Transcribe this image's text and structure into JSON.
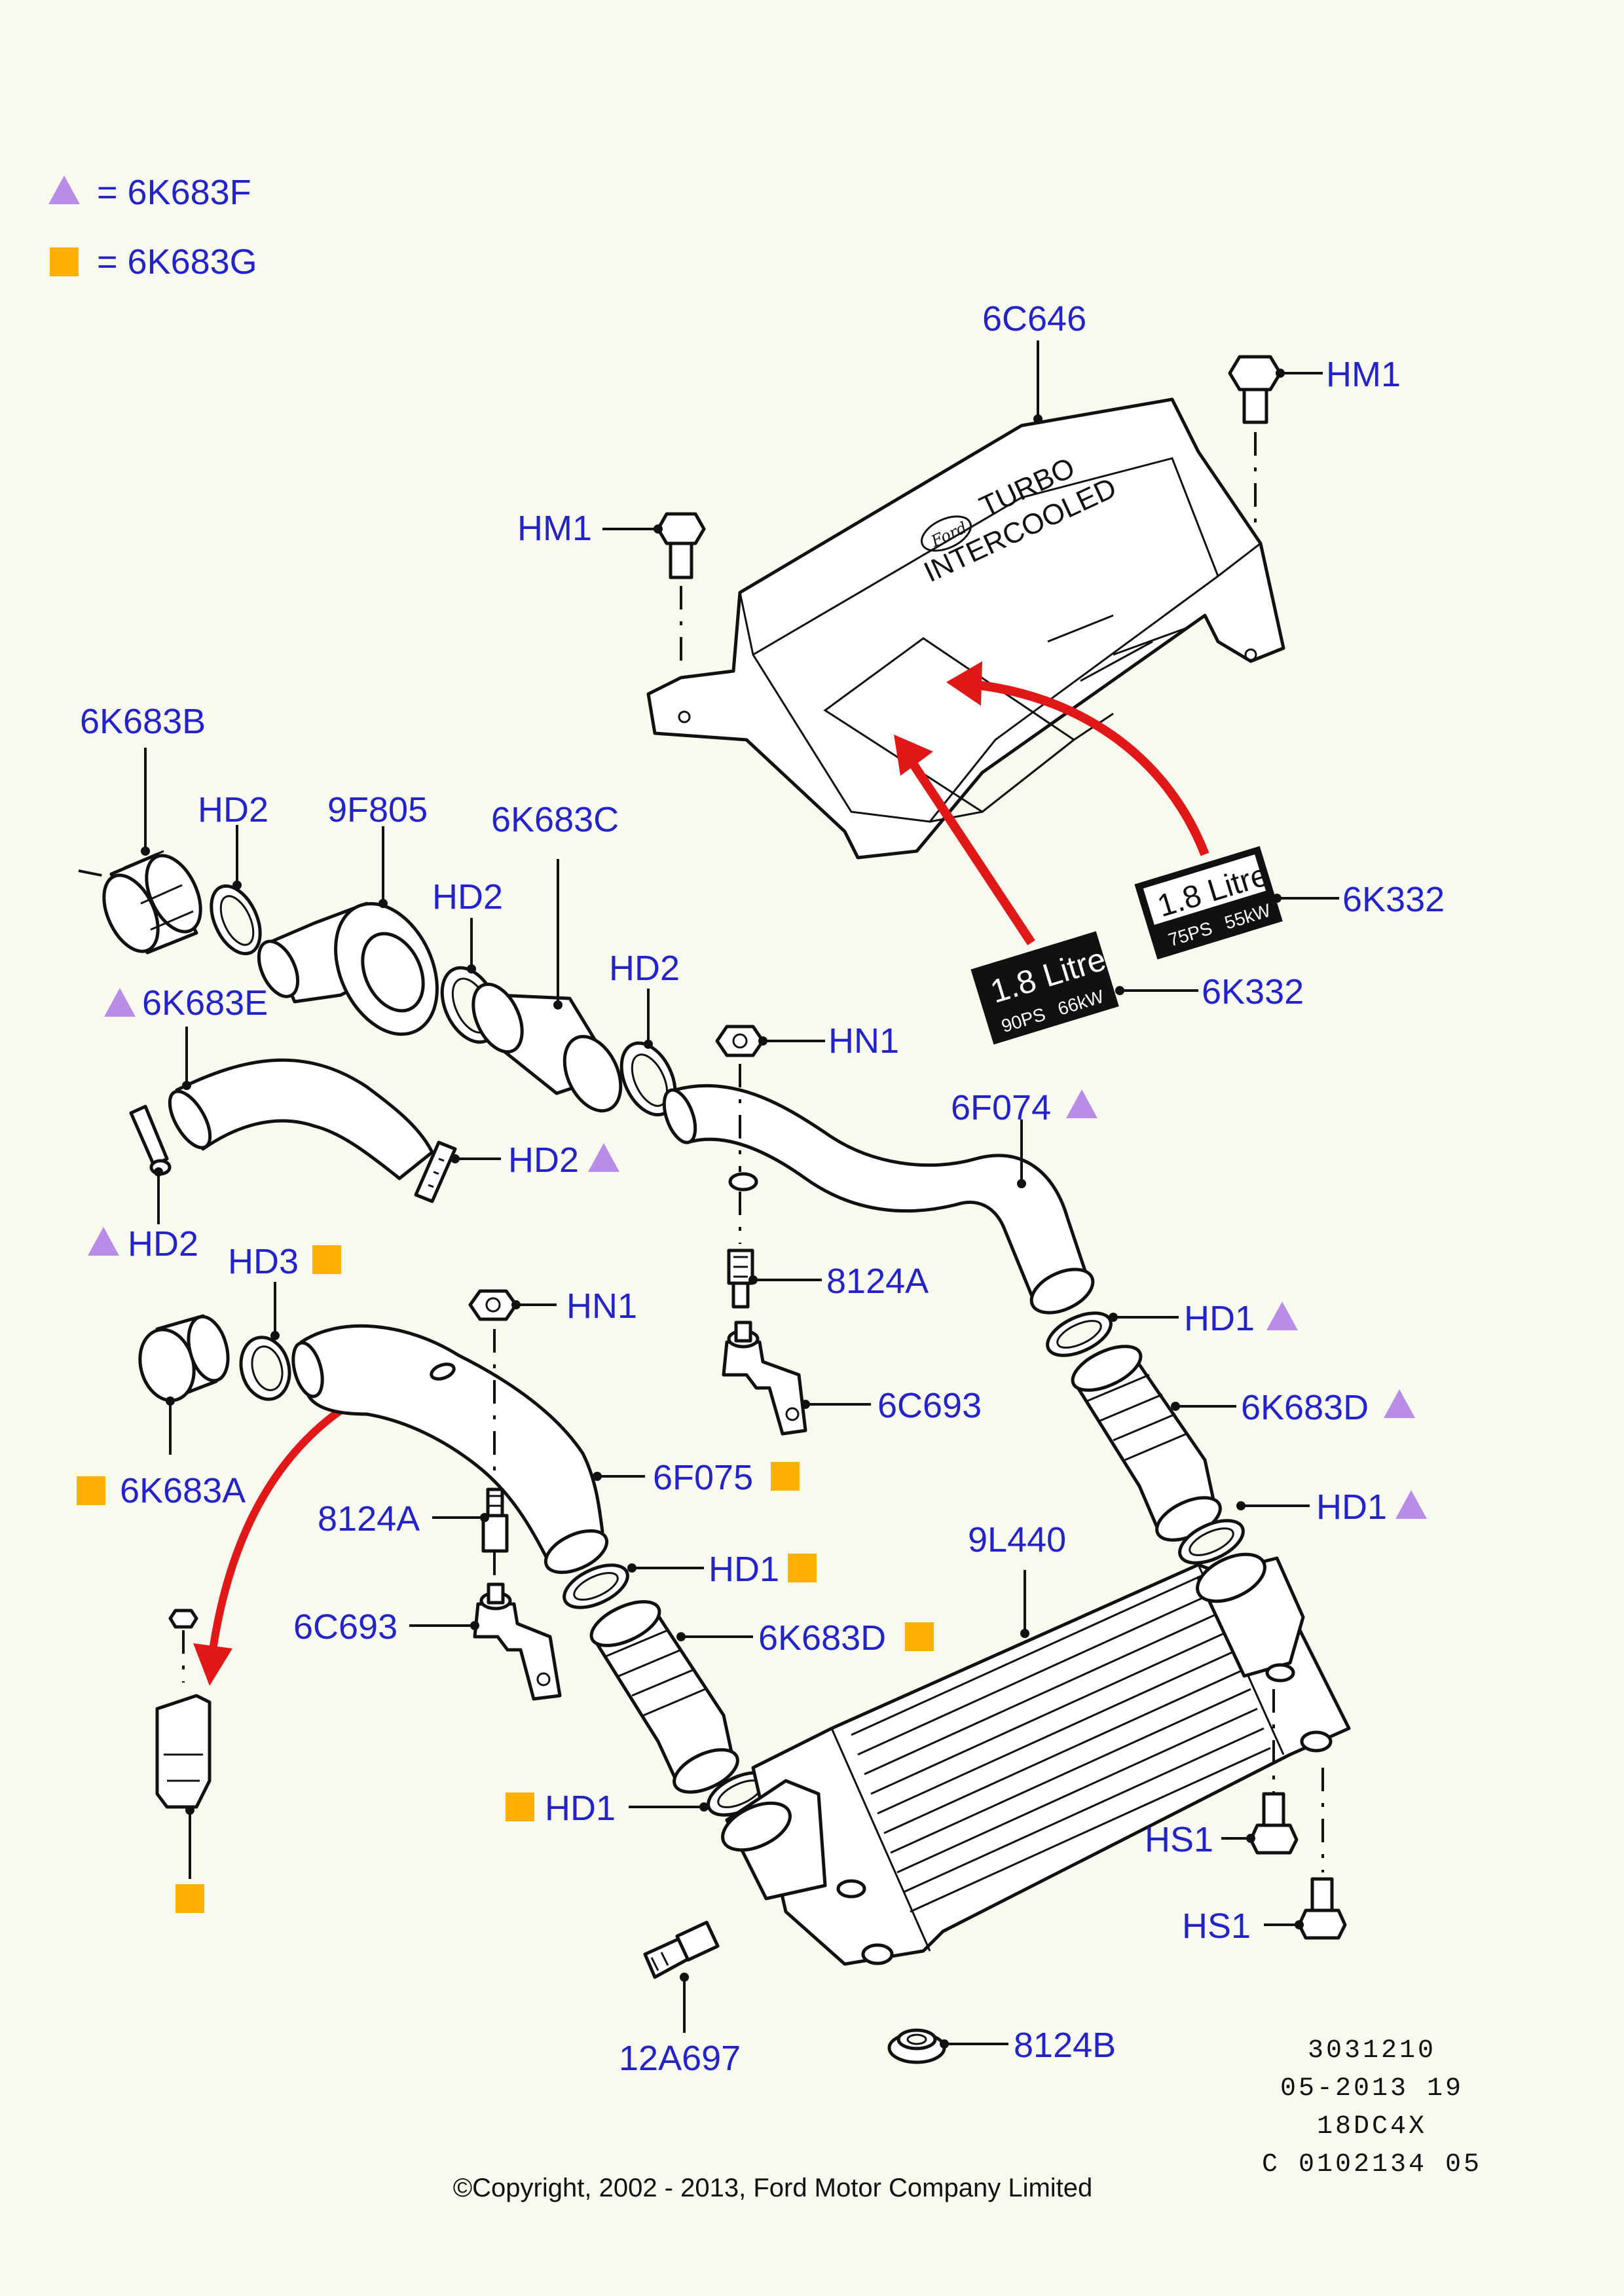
{
  "legend": [
    {
      "symbol": "triangle",
      "color": "#b98ce8",
      "text": "= 6K683F"
    },
    {
      "symbol": "square",
      "color": "#ffb000",
      "text": "= 6K683G"
    }
  ],
  "cover_text": {
    "line1": "TURBO",
    "line2": "INTERCOOLED",
    "logo": "Ford"
  },
  "decal_left": {
    "title": "1.8 Litre",
    "ps": "90PS",
    "kw": "66kW"
  },
  "decal_right": {
    "title": "1.8 Litre",
    "ps": "75PS",
    "kw": "55kW"
  },
  "labels": {
    "l_6c646": "6C646",
    "l_hm1_right": "HM1",
    "l_hm1_left": "HM1",
    "l_6k683b": "6K683B",
    "l_hd2_a": "HD2",
    "l_9f805": "9F805",
    "l_6k683c": "6K683C",
    "l_hd2_b": "HD2",
    "l_hd2_c": "HD2",
    "l_6k332_right": "6K332",
    "l_6k332_left": "6K332",
    "l_6k683e": "6K683E",
    "l_hn1_upper": "HN1",
    "l_hd2_d": "HD2",
    "l_6f074": "6F074",
    "l_hd2_e": "HD2",
    "l_hd3": "HD3",
    "l_8124a_upper": "8124A",
    "l_hn1_lower": "HN1",
    "l_hd1_a": "HD1",
    "l_6c693_right": "6C693",
    "l_6k683d_right": "6K683D",
    "l_6k683a": "6K683A",
    "l_6f075": "6F075",
    "l_hd1_b": "HD1",
    "l_8124a_lower": "8124A",
    "l_9l440": "9L440",
    "l_hd1_c": "HD1",
    "l_6c693_left": "6C693",
    "l_6k683d_left": "6K683D",
    "l_hd1_d": "HD1",
    "l_hs1_a": "HS1",
    "l_hs1_b": "HS1",
    "l_12a697": "12A697",
    "l_8124b": "8124B"
  },
  "meta": [
    "3031210",
    "05-2013 19",
    "18DC4X",
    "C 0102134 05"
  ],
  "copyright": "©Copyright, 2002 - 2013, Ford Motor Company Limited",
  "colors": {
    "label": "#2323c8",
    "triangle": "#b98ce8",
    "square": "#ffb000",
    "arrow": "#e01818",
    "background": "#f8faef"
  }
}
